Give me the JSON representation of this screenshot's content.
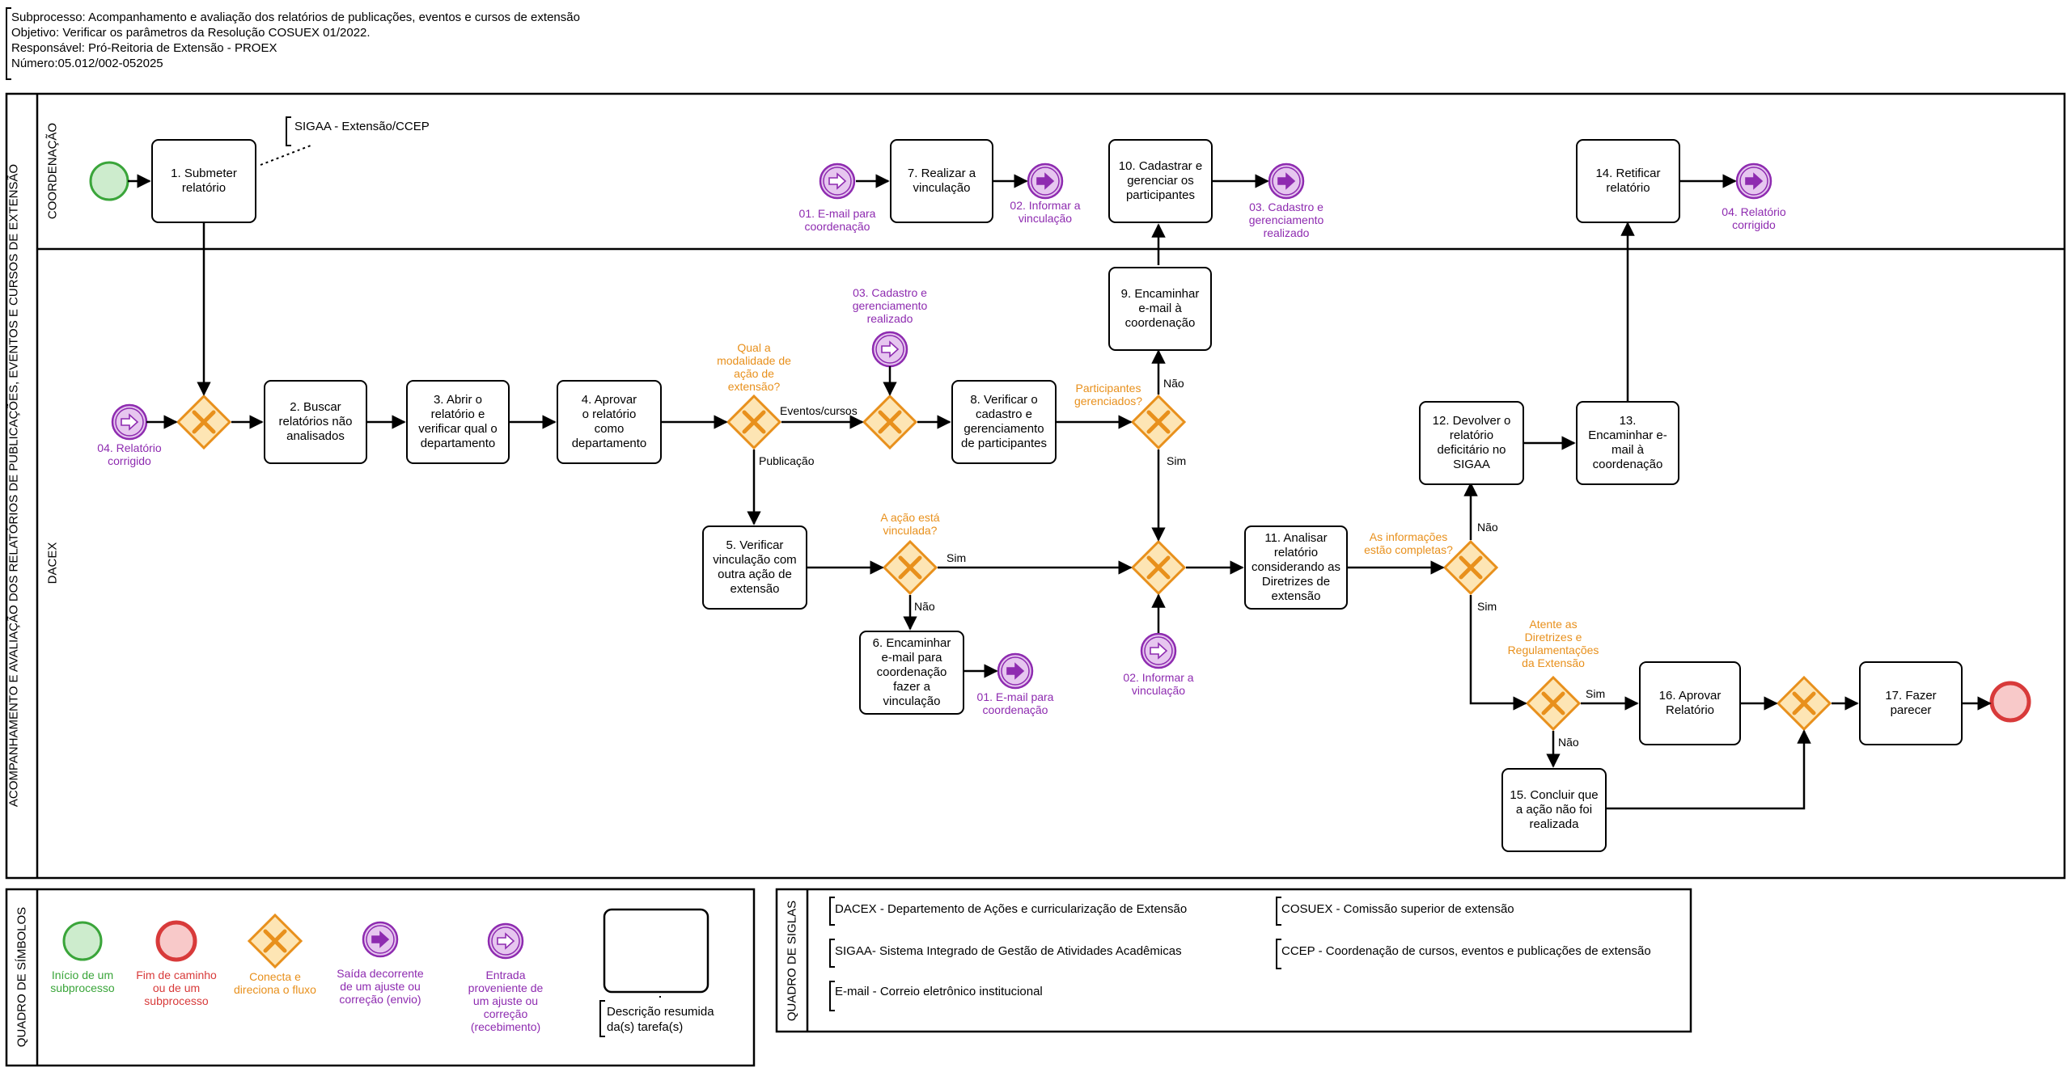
{
  "header": {
    "subprocess": "Subprocesso: Acompanhamento e avaliação dos relatórios de publicações, eventos e cursos de extensão",
    "objective": "Objetivo: Verificar os parâmetros da Resolução COSUEX 01/2022.",
    "responsible": "Responsável: Pró-Reitoria de Extensão - PROEX",
    "number": "Número:05.012/002-052025"
  },
  "pool": {
    "title": "ACOMPANHAMENTO E AVALIAÇÃO DOS RELATÓRIOS DE PUBLICAÇÕES, EVENTOS E CURSOS DE EXTENSÃO"
  },
  "lanes": {
    "coord": "COORDENAÇÃO",
    "dacex": "DACEX"
  },
  "annotation": {
    "sigaa": "SIGAA - Extensão/CCEP"
  },
  "tasks": {
    "t1": "1. Submeter\nrelatório",
    "t2": "2. Buscar\nrelatórios não\nanalisados",
    "t3": "3. Abrir o\nrelatório e\nverificar qual o\ndepartamento",
    "t4": "4. Aprovar\no relatório\ncomo\ndepartamento",
    "t5": "5. Verificar\nvinculação com\noutra ação de\nextensão",
    "t6": "6. Encaminhar\ne-mail para\ncoordenação\nfazer a\nvinculação",
    "t7": "7. Realizar a\nvinculação",
    "t8": "8. Verificar o\ncadastro e\ngerenciamento\nde participantes",
    "t9": "9. Encaminhar\ne-mail à\ncoordenação",
    "t10": "10. Cadastrar e\ngerenciar os\nparticipantes",
    "t11": "11. Analisar\nrelatório\nconsiderando as\nDiretrizes de\nextensão",
    "t12": "12. Devolver o\nrelatório\ndeficitário no\nSIGAA",
    "t13": "13.\nEncaminhar e-\nmail à\ncoordenação",
    "t14": "14. Retificar\nrelatório",
    "t15": "15. Concluir que\na ação não foi\nrealizada",
    "t16": "16. Aprovar\nRelatório",
    "t17": "17. Fazer\nparecer"
  },
  "events": {
    "e_in_01": "01. E-mail para\ncoordenação",
    "e_out_02": "02. Informar a\nvinculação",
    "e_out_03": "03. Cadastro e\ngerenciamento\nrealizado",
    "e_out_04": "04. Relatório\ncorrigido",
    "e_in_04": "04. Relatório\ncorrigido",
    "e_in_03": "03. Cadastro e\ngerenciamento\nrealizado",
    "e_in_02": "02. Informar a\nvinculação",
    "e_out_01": "01. E-mail para\ncoordenação"
  },
  "gateways": {
    "q_modalidade": "Qual a\nmodalidade de\nação de\nextensão?",
    "q_vinculada": "A ação está\nvinculada?",
    "q_participantes": "Participantes\ngerenciados?",
    "q_completas": "As informações\nestão completas?",
    "q_atende": "Atente as\nDiretrizes e\nRegulamentações\nda Extensão"
  },
  "flows": {
    "eventos_cursos": "Eventos/cursos",
    "publicacao": "Publicação",
    "sim_vinc": "Sim",
    "nao_vinc": "Não",
    "nao_part": "Não",
    "sim_part": "Sim",
    "nao_compl": "Não",
    "sim_compl": "Sim",
    "sim_atende": "Sim",
    "nao_atende": "Não"
  },
  "symbols": {
    "title": "QUADRO DE SÍMBOLOS",
    "start": "Início de um\nsubprocesso",
    "end": "Fim de caminho\nou de um\nsubprocesso",
    "gateway": "Conecta e\ndireciona o fluxo",
    "out": "Saída decorrente\nde um ajuste ou\ncorreção (envio)",
    "in": "Entrada\nproveniente de\num ajuste ou\ncorreção\n(recebimento)",
    "task": "Descrição resumida\nda(s) tarefa(s)"
  },
  "acronyms": {
    "title": "QUADRO DE SIGLAS",
    "dacex": "DACEX - Departemento de Ações e curricularização de Extensão",
    "sigaa": "SIGAA- Sistema Integrado de Gestão de Atividades Acadêmicas",
    "email": "E-mail - Correio eletrônico institucional",
    "cosuex": "COSUEX - Comissão superior de extensão",
    "ccep": "CCEP - Coordenação de cursos, eventos e publicações de extensão"
  },
  "colors": {
    "orange": "#e8901c",
    "gateway_fill": "#fde5b4",
    "purple": "#8e2bb0",
    "event_fill": "#e6c6ef",
    "green": "#3aa53a",
    "start_fill": "#cdeccd",
    "red": "#d83a3a",
    "end_fill": "#f8c9c9"
  }
}
